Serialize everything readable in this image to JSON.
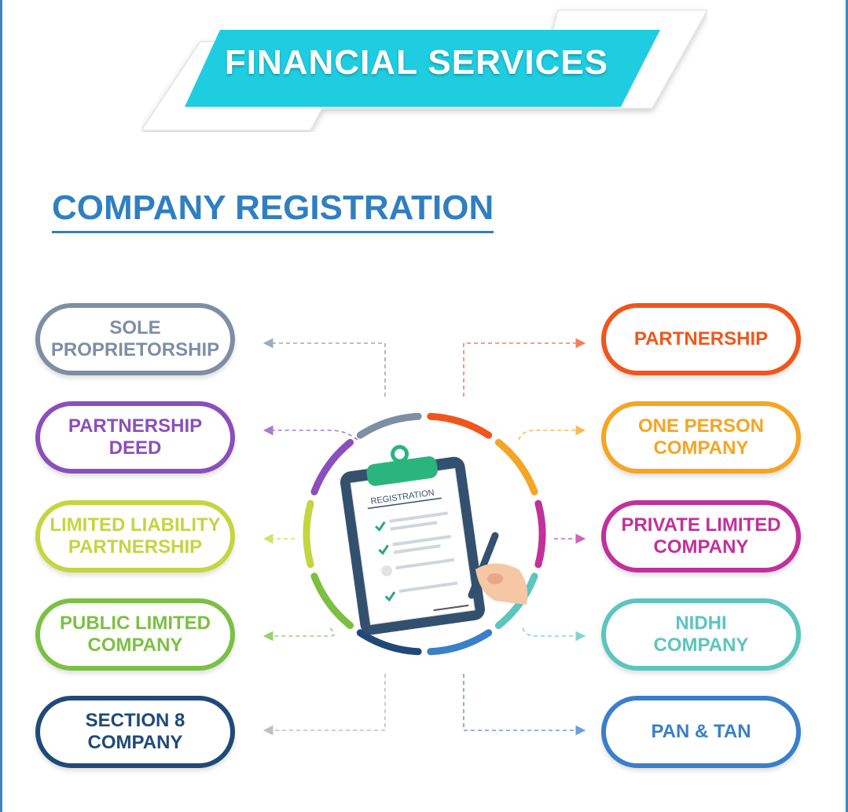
{
  "banner": {
    "title": "FINANCIAL SERVICES"
  },
  "section": {
    "title": "COMPANY REGISTRATION"
  },
  "clipboard": {
    "label": "REGISTRATION"
  },
  "left_items": [
    {
      "label": "SOLE\nPROPRIETORSHIP",
      "color": "#7f8ea3"
    },
    {
      "label": "PARTNERSHIP\nDEED",
      "color": "#8a4fbd"
    },
    {
      "label": "LIMITED LIABILITY\nPARTNERSHIP",
      "color": "#c3d63f"
    },
    {
      "label": "PUBLIC LIMITED\nCOMPANY",
      "color": "#7cc043"
    },
    {
      "label": "SECTION 8\nCOMPANY",
      "color": "#1f4a78"
    }
  ],
  "right_items": [
    {
      "label": "PARTNERSHIP",
      "color": "#f0561c"
    },
    {
      "label": "ONE PERSON\nCOMPANY",
      "color": "#f5a524"
    },
    {
      "label": "PRIVATE LIMITED\nCOMPANY",
      "color": "#c2309b"
    },
    {
      "label": "NIDHI\nCOMPANY",
      "color": "#5cc5bd"
    },
    {
      "label": "PAN & TAN",
      "color": "#3a7fc9"
    }
  ],
  "colors": {
    "banner": "#1fcde0",
    "title": "#2f7fc1",
    "frame": "#3d86c6"
  }
}
